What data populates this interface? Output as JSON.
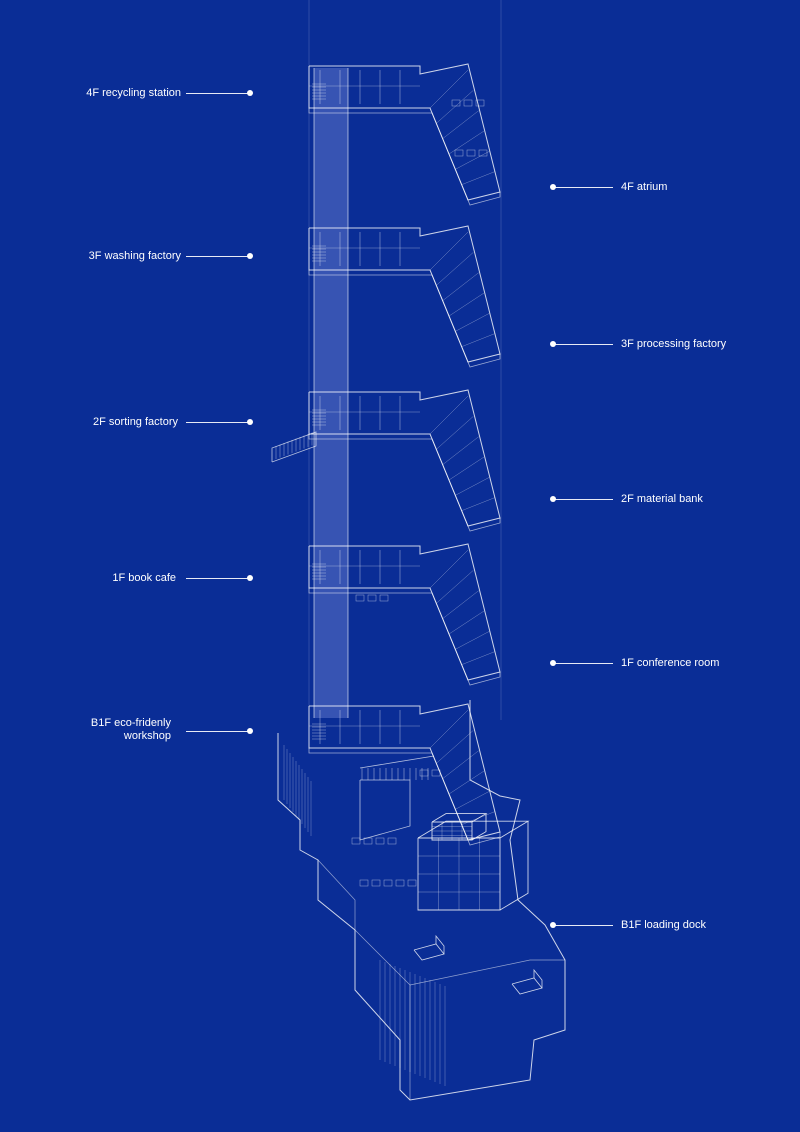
{
  "palette": {
    "background": "#0a2d96",
    "line": "#ffffff",
    "shaft_fill": "#6f86d6"
  },
  "labels": {
    "left": [
      {
        "id": "4f-recycling",
        "text": "4F recycling station"
      },
      {
        "id": "3f-washing",
        "text": "3F washing factory"
      },
      {
        "id": "2f-sorting",
        "text": "2F sorting factory"
      },
      {
        "id": "1f-cafe",
        "text": "1F book cafe"
      },
      {
        "id": "b1f-workshop",
        "text": "B1F eco-fridenly\nworkshop"
      }
    ],
    "right": [
      {
        "id": "4f-atrium",
        "text": "4F atrium"
      },
      {
        "id": "3f-processing",
        "text": "3F processing factory"
      },
      {
        "id": "2f-material",
        "text": "2F material bank"
      },
      {
        "id": "1f-conference",
        "text": "1F conference room"
      },
      {
        "id": "b1f-loading",
        "text": "B1F loading dock"
      }
    ]
  }
}
